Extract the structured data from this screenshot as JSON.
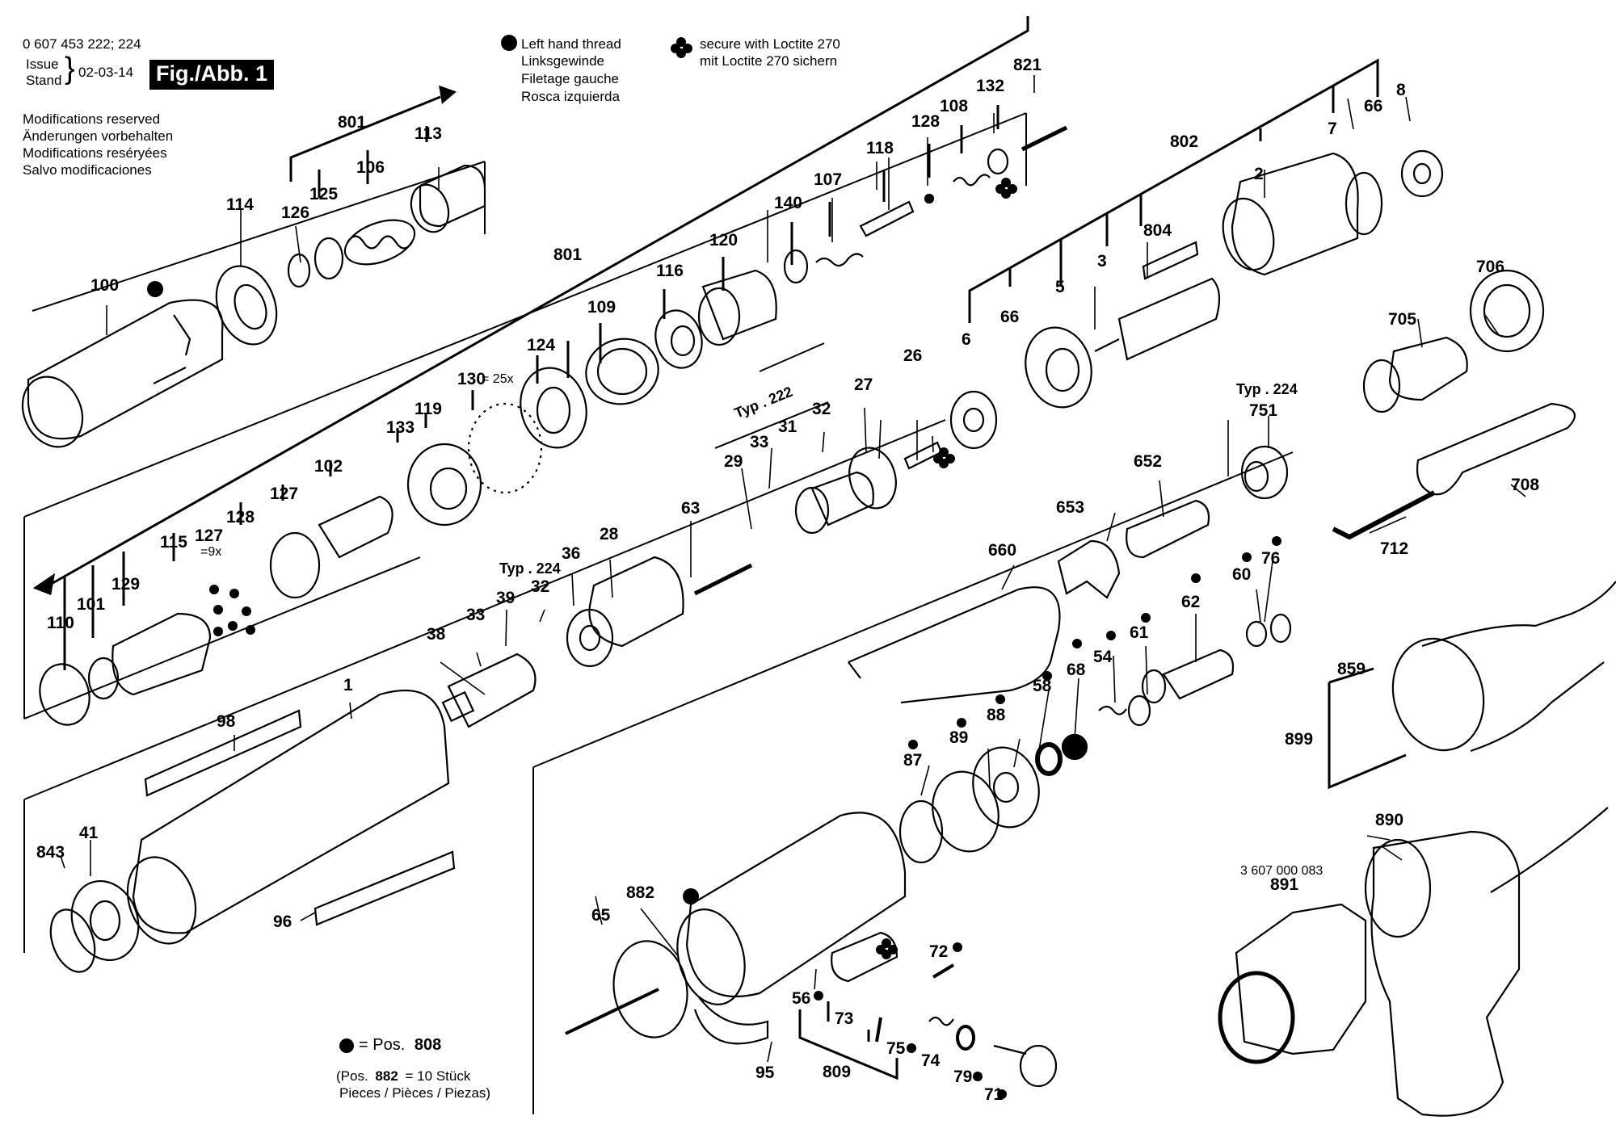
{
  "header": {
    "part_number": "0 607 453 222; 224",
    "issue_label": "Issue",
    "stand_label": "Stand",
    "issue_date": "02-03-14",
    "figure_label": "Fig./Abb. 1",
    "modifications": [
      "Modifications reserved",
      "Änderungen vorbehalten",
      "Modifications reséryées",
      "Salvo modificaciones"
    ]
  },
  "legend": {
    "left_hand_thread": [
      "Left hand thread",
      "Linksgewinde",
      "Filetage gauche",
      "Rosca izquierda"
    ],
    "loctite": [
      "secure with Loctite 270",
      "mit Loctite 270 sichern"
    ],
    "pos_symbol_text": "= Pos.",
    "pos_number": "808",
    "footnote_line1_prefix": "(Pos.",
    "footnote_pos": "882",
    "footnote_line1_suffix": "= 10 Stück",
    "footnote_line2": "Pieces / Pièces / Piezas)"
  },
  "typ_labels": {
    "typ_222": "Typ . 222",
    "typ_224a": "Typ . 224",
    "typ_224b": "Typ . 224",
    "qty_25x": "= 25x",
    "qty_9x": "=9x",
    "ref_3607": "3 607 000 083"
  },
  "callouts": {
    "n100": "100",
    "n114": "114",
    "n126": "126",
    "n125": "125",
    "n106": "106",
    "n801a": "801",
    "n113": "113",
    "n801b": "801",
    "n124": "124",
    "n109": "109",
    "n116": "116",
    "n120": "120",
    "n140": "140",
    "n107": "107",
    "n118": "118",
    "n128a": "128",
    "n108": "108",
    "n132": "132",
    "n821": "821",
    "n802": "802",
    "n2": "2",
    "n7": "7",
    "n66a": "66",
    "n8": "8",
    "n804": "804",
    "n3": "3",
    "n5": "5",
    "n66b": "66",
    "n6": "6",
    "n706": "706",
    "n705": "705",
    "n708": "708",
    "n712": "712",
    "n751": "751",
    "n130": "130",
    "n119": "119",
    "n133": "133",
    "n102": "102",
    "n127a": "127",
    "n127b": "127",
    "n128b": "128",
    "n115": "115",
    "n129": "129",
    "n101": "101",
    "n110": "110",
    "n32a": "32",
    "n31": "31",
    "n33a": "33",
    "n29": "29",
    "n27": "27",
    "n26": "26",
    "n63": "63",
    "n28": "28",
    "n36": "36",
    "n32b": "32",
    "n39": "39",
    "n33b": "33",
    "n38": "38",
    "n652": "652",
    "n653": "653",
    "n660": "660",
    "n60": "60",
    "n76": "76",
    "n62": "62",
    "n61": "61",
    "n54": "54",
    "n68": "68",
    "n58": "58",
    "n88": "88",
    "n89": "89",
    "n87": "87",
    "n1": "1",
    "n98": "98",
    "n843": "843",
    "n41": "41",
    "n96": "96",
    "n859": "859",
    "n899": "899",
    "n890": "890",
    "n891": "891",
    "n882": "882",
    "n65": "65",
    "n95": "95",
    "n809": "809",
    "n56": "56",
    "n73": "73",
    "n72": "72",
    "n75": "75",
    "n74": "74",
    "n79": "79",
    "n71": "71"
  }
}
